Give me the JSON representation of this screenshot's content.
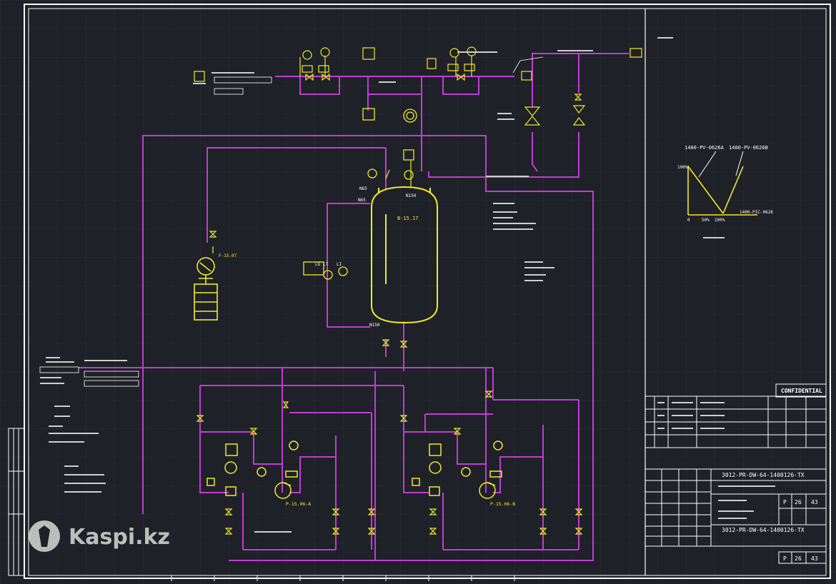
{
  "colors": {
    "background": "#1e2127",
    "grid": "#2b2f36",
    "border": "#ffffff",
    "pipe": "#c23cd6",
    "equipment": "#f2ea2a",
    "text": "#e8e8e8"
  },
  "vessel": {
    "tag": "B-15.17",
    "nozzle_top_left": "N65",
    "nozzle_top_right": "N150",
    "nozzle_bottom": "N150",
    "nozzle_left": "N65"
  },
  "level_instruments": {
    "lg": "LG",
    "lt": "LT",
    "li": "LI"
  },
  "filter_tag": "F-15.07",
  "pumps": {
    "a": {
      "tag": "P-15.06-A"
    },
    "b": {
      "tag": "P-15.06-B"
    }
  },
  "title_block": {
    "confidential": "CONFIDENTIAL",
    "doc_number_top": "3012-PR-DW-64-1400126-TX",
    "doc_number_bottom": "3012-PR-DW-64-1400126-TX",
    "col_stage": "P",
    "col_sheet": "26",
    "col_sheets": "43",
    "footer_stage": "P",
    "footer_sheet": "26",
    "footer_sheets": "43"
  },
  "split_range": {
    "axis_label_y": "100%",
    "axis_label_x0": "0",
    "axis_label_x1": "50%",
    "axis_label_x2": "100%",
    "valve_a": "1400-PV-0626A",
    "valve_b": "1400-PV-0626B",
    "controller": "1400-PIC-0626"
  },
  "watermark": {
    "text": "Kaspi.kz"
  }
}
